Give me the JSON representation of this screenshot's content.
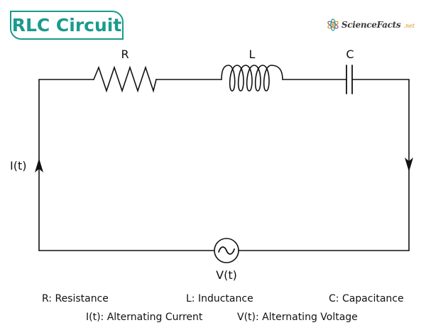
{
  "title": "RLC Circuit",
  "logo": {
    "text": "ScienceFacts",
    "suffix": ".net",
    "icon": "atom-icon"
  },
  "colors": {
    "accent": "#1a9b8c",
    "wire": "#111111",
    "logo_orange": "#d8941f",
    "logo_purple": "#7b4bb8"
  },
  "components": {
    "resistor_label": "R",
    "inductor_label": "L",
    "capacitor_label": "C",
    "current_label": "I(t)",
    "voltage_label": "V(t)"
  },
  "legend": {
    "resistance": "R: Resistance",
    "inductance": "L: Inductance",
    "capacitance": "C: Capacitance",
    "current": "I(t): Alternating Current",
    "voltage": "V(t): Alternating Voltage"
  }
}
